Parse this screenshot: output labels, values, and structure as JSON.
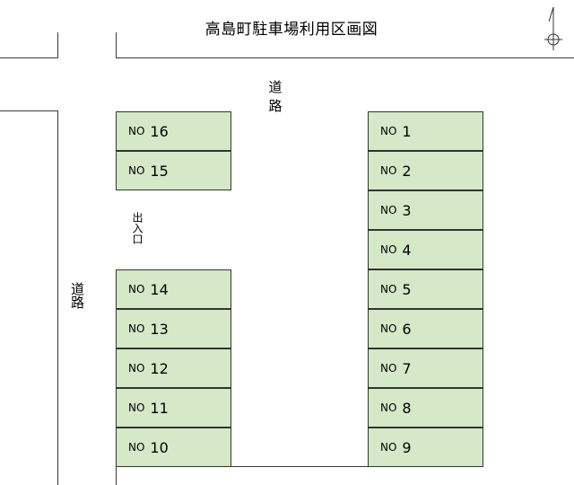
{
  "title": "高島町駐車場利用区画図",
  "road_top_label": "道　路",
  "road_left_label": "道路",
  "entrance_label": "出入口",
  "stall_prefix": "NO",
  "stalls_left": [
    {
      "id": "16"
    },
    {
      "id": "15"
    },
    {
      "id": "14"
    },
    {
      "id": "13"
    },
    {
      "id": "12"
    },
    {
      "id": "11"
    },
    {
      "id": "10"
    }
  ],
  "stalls_right": [
    {
      "id": "1"
    },
    {
      "id": "2"
    },
    {
      "id": "3"
    },
    {
      "id": "4"
    },
    {
      "id": "5"
    },
    {
      "id": "6"
    },
    {
      "id": "7"
    },
    {
      "id": "8"
    },
    {
      "id": "9"
    }
  ],
  "colors": {
    "stall_fill": "#d5e8c8",
    "line": "#3a3a3a"
  },
  "icons": {
    "compass": "north-arrow-icon"
  }
}
